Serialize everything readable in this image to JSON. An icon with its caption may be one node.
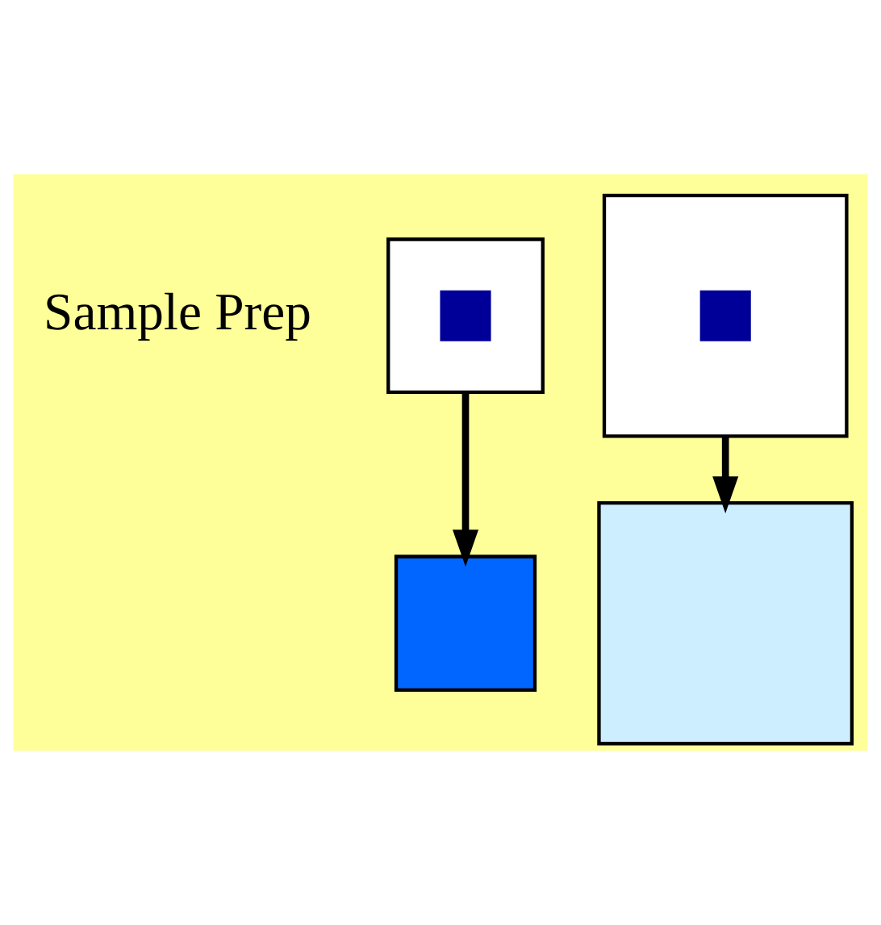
{
  "diagram": {
    "nodes": [
      {
        "text": [],
        "shape": "box"
      },
      {
        "text": [],
        "shape": "box",
        "in": 0
      },
      {
        "text": [],
        "shape": "box"
      },
      {
        "text": [],
        "shape": "box",
        "in": 2
      },
      {
        "text": [],
        "shape": "box"
      },
      {
        "text": [],
        "shape": "box"
      }
    ],
    "edges": [
      {
        "from": 0,
        "to": 4,
        "arrow": "to"
      },
      {
        "from": 2,
        "to": 5,
        "arrow": "to"
      }
    ],
    "labels": [
      "Sample Prep"
    ]
  }
}
